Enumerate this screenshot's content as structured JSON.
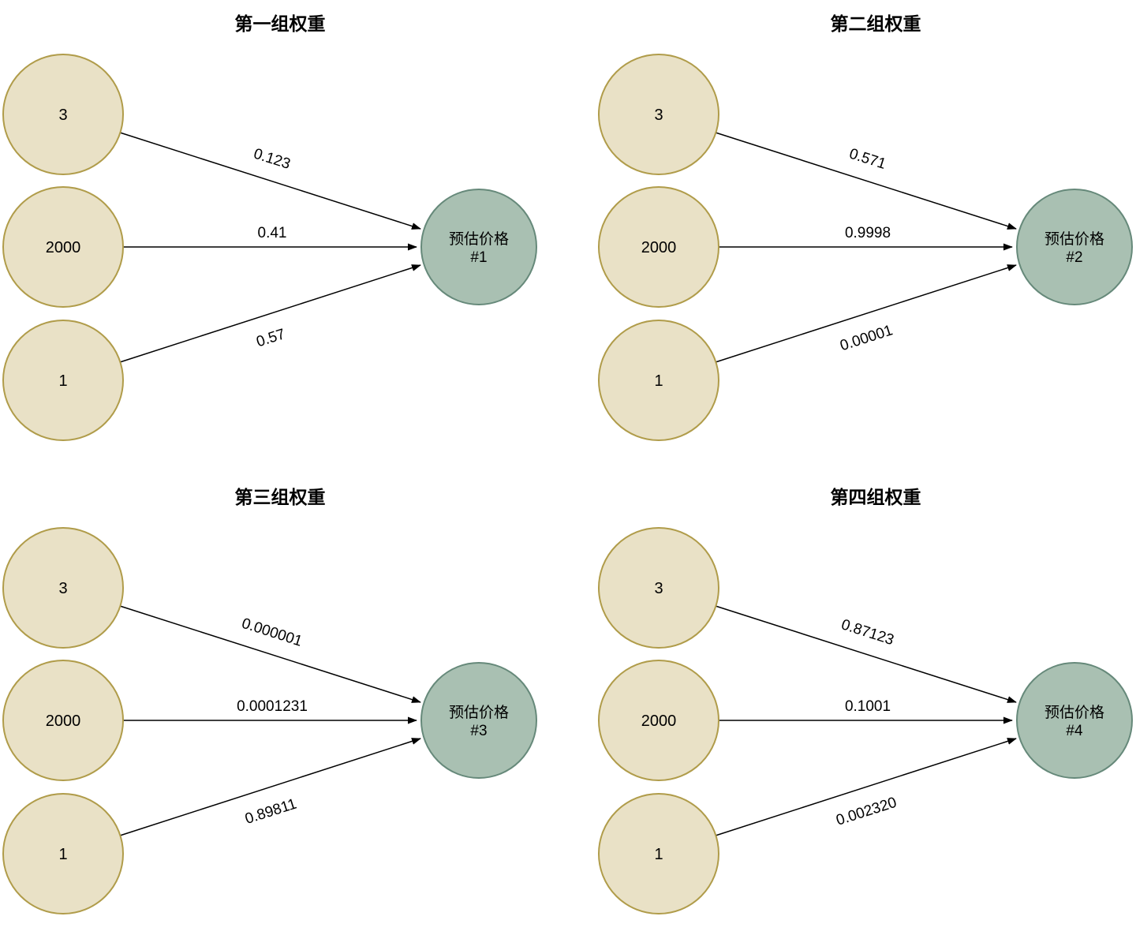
{
  "colors": {
    "input_fill": "#e9e1c6",
    "input_stroke": "#b09c4a",
    "output_fill": "#a9c0b2",
    "output_stroke": "#66897a",
    "edge": "#000000",
    "text": "#000000",
    "background": "#ffffff"
  },
  "panels": [
    {
      "title": "第一组权重",
      "inputs": [
        "3",
        "2000",
        "1"
      ],
      "weights": [
        "0.123",
        "0.41",
        "0.57"
      ],
      "output_line1": "预估价格",
      "output_line2": "#1"
    },
    {
      "title": "第二组权重",
      "inputs": [
        "3",
        "2000",
        "1"
      ],
      "weights": [
        "0.571",
        "0.9998",
        "0.00001"
      ],
      "output_line1": "预估价格",
      "output_line2": "#2"
    },
    {
      "title": "第三组权重",
      "inputs": [
        "3",
        "2000",
        "1"
      ],
      "weights": [
        "0.000001",
        "0.0001231",
        "0.89811"
      ],
      "output_line1": "预估价格",
      "output_line2": "#3"
    },
    {
      "title": "第四组权重",
      "inputs": [
        "3",
        "2000",
        "1"
      ],
      "weights": [
        "0.87123",
        "0.1001",
        "0.002320"
      ],
      "output_line1": "预估价格",
      "output_line2": "#4"
    }
  ]
}
